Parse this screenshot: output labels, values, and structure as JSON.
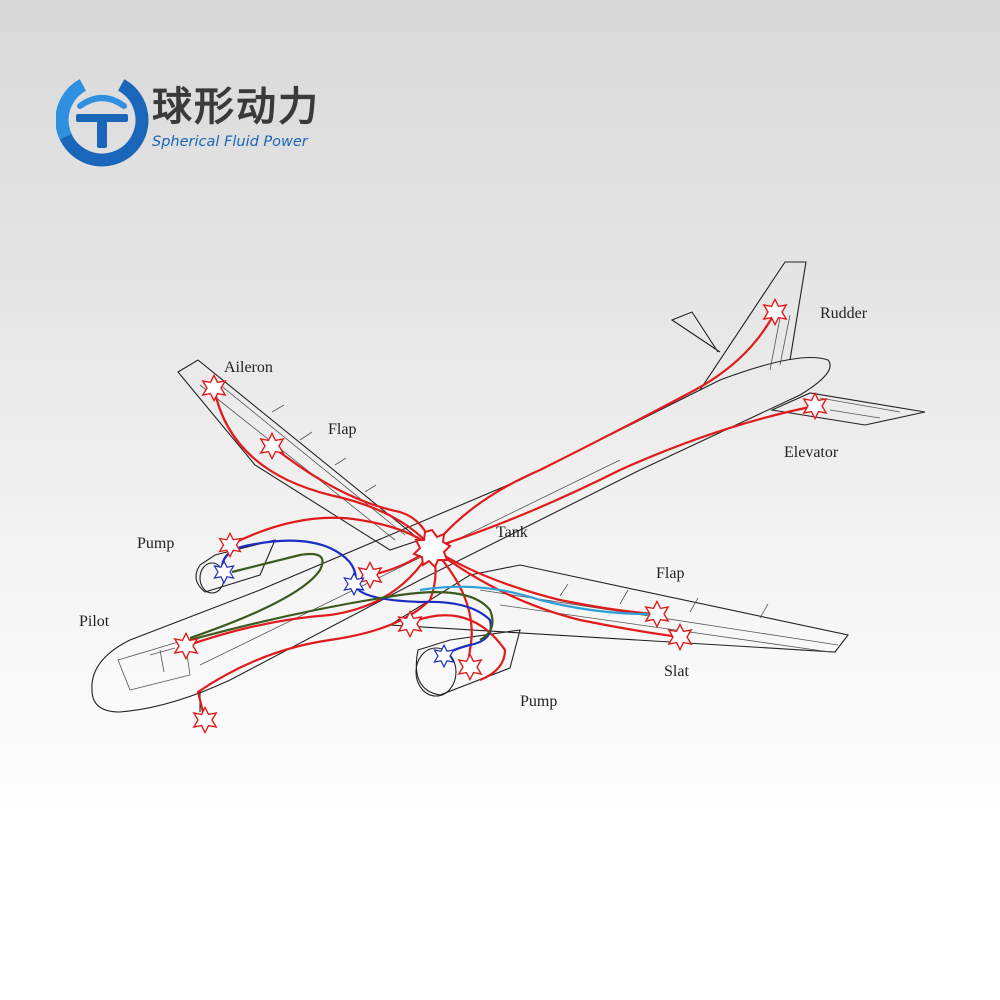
{
  "brand": {
    "name_cn": "球形动力",
    "name_en": "Spherical Fluid Power",
    "color_primary": "#1a66b8",
    "color_accent": "#2f8fe0",
    "color_text": "#3a3a3a"
  },
  "diagram": {
    "labels": {
      "aileron": "Aileron",
      "flap_left": "Flap",
      "pump_left": "Pump",
      "pilot": "Pilot",
      "tank": "Tank",
      "rudder": "Rudder",
      "elevator": "Elevator",
      "flap_right": "Flap",
      "slat": "Slat",
      "pump_right": "Pump"
    },
    "line_colors": {
      "red": "#e01b1b",
      "blue": "#1a2cc2",
      "green": "#3d5a1e",
      "cyan": "#2fa0d8"
    },
    "outline_color": "#222222"
  }
}
